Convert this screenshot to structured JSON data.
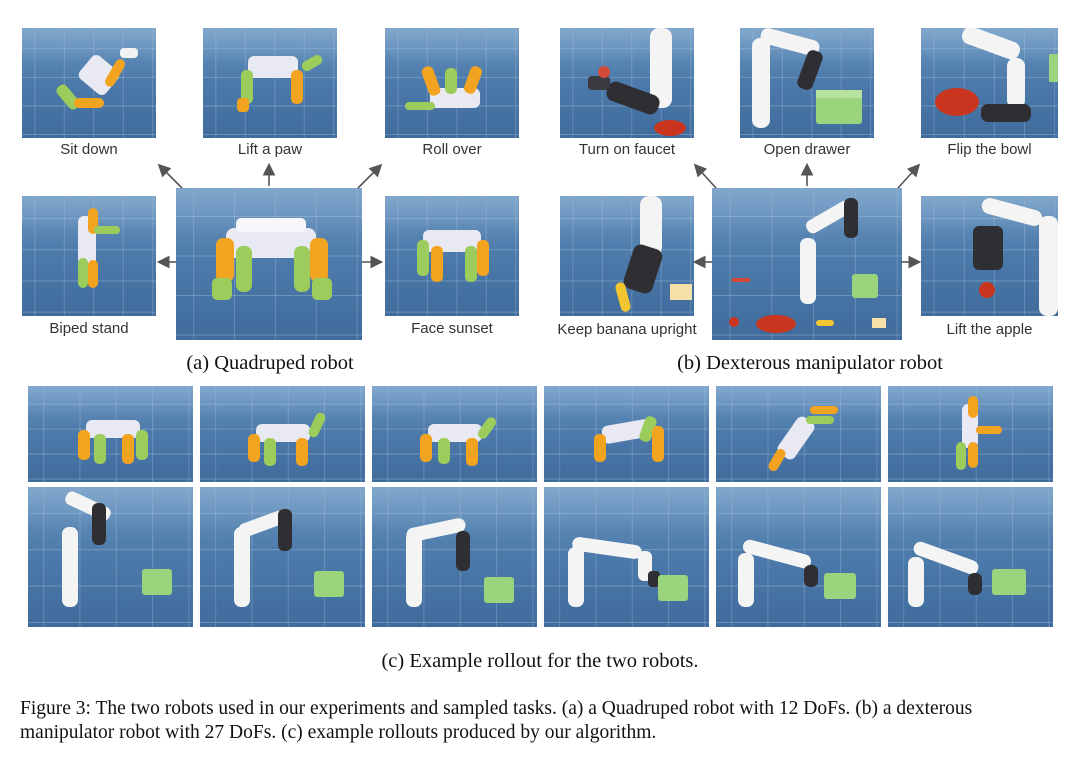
{
  "panel_a": {
    "tasks": [
      "Sit down",
      "Lift a paw",
      "Roll over",
      "Biped stand",
      "Face sunset"
    ],
    "subcaption": "(a) Quadruped robot"
  },
  "panel_b": {
    "tasks": [
      "Turn on faucet",
      "Open drawer",
      "Flip the bowl",
      "Keep banana upright",
      "Lift the apple"
    ],
    "subcaption": "(b) Dexterous manipulator robot"
  },
  "panel_c": {
    "subcaption": "(c) Example rollout for the two robots."
  },
  "figure_caption": "Figure 3: The two robots used in our experiments and sampled tasks. (a) a Quadruped robot with 12 DoFs. (b) a dexterous manipulator robot with 27 DoFs. (c) example rollouts produced by our algorithm.",
  "colors": {
    "sky": "#6f9ac3",
    "floor": "#3f6c9d",
    "robot_body": "#e9e9f4",
    "leg_yellow": "#f2a420",
    "leg_green": "#9ccc5c",
    "arrow": "#555555",
    "drawer_green": "#9ad47d"
  }
}
